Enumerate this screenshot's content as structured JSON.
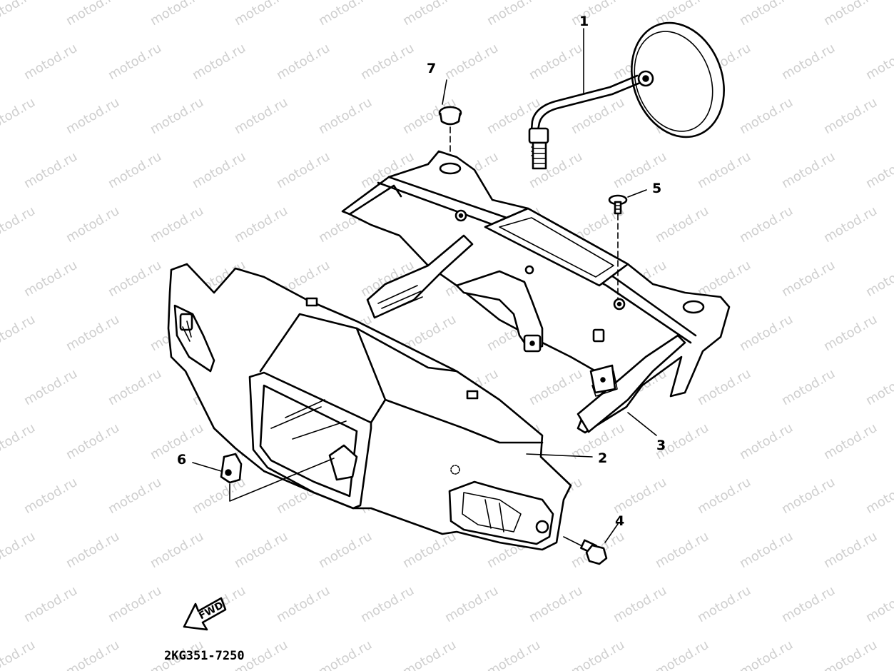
{
  "diagram": {
    "watermark_text": "motod.ru",
    "part_code": "2KG351-7250",
    "fwd_label": "FWD",
    "callouts": [
      {
        "id": "1",
        "label": "1"
      },
      {
        "id": "2",
        "label": "2"
      },
      {
        "id": "3",
        "label": "3"
      },
      {
        "id": "4",
        "label": "4"
      },
      {
        "id": "5",
        "label": "5"
      },
      {
        "id": "6",
        "label": "6"
      },
      {
        "id": "7",
        "label": "7"
      }
    ],
    "colors": {
      "line": "#000000",
      "background": "#ffffff",
      "watermark": "#cfcfcf"
    }
  }
}
